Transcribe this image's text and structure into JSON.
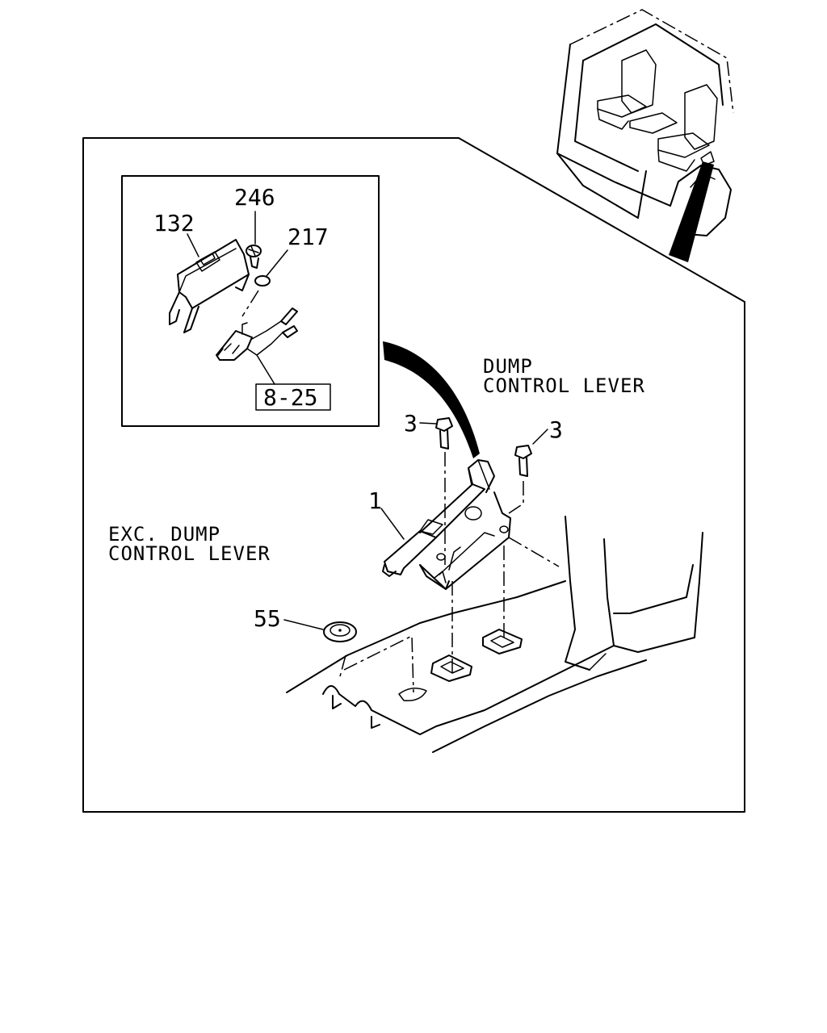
{
  "labels": {
    "l132": "132",
    "l246": "246",
    "l217": "217",
    "l825": "8-25",
    "l3a": "3",
    "l3b": "3",
    "l1": "1",
    "l55": "55"
  },
  "notes": {
    "dump_line1": "DUMP",
    "dump_line2": "CONTROL LEVER",
    "exc_line1": "EXC. DUMP",
    "exc_line2": "CONTROL LEVER"
  }
}
